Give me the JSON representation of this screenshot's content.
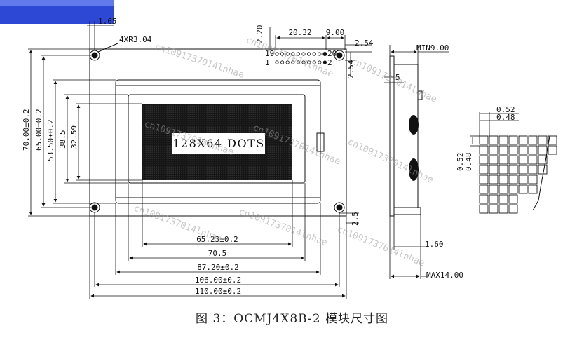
{
  "caption": "图 3：OCMJ4X8B-2 模块尺寸图",
  "colors": {
    "ink": "#111111",
    "header_bar": "#2e48d6",
    "lcd_area": "#151515",
    "watermark": "#9a9a9a"
  },
  "front_view": {
    "display_text": "128X64 DOTS",
    "hole_note": "4XR3.04",
    "dims": {
      "width_total": "110.00±0.2",
      "width_holes": "106.00±0.2",
      "width_bezel": "87.20±0.2",
      "width_viewing": "70.5",
      "width_active": "65.23±0.2",
      "height_total": "70.00±0.2",
      "height_holes": "65.00±0.2",
      "height_bezel": "53.50±0.2",
      "height_viewing": "38.5",
      "height_active": "32.59",
      "hole_inset": "2.5",
      "top_inset": "1.65"
    },
    "connector": {
      "dims": {
        "span": "20.32",
        "offset": "9.00",
        "pitch_h": "2.54",
        "pitch_v": "2.54",
        "top": "2.20"
      },
      "pins": {
        "pin1": "1",
        "pin2": "2",
        "pin19": "19",
        "pin20": "20"
      }
    }
  },
  "side_view": {
    "min_label": "MIN9.00",
    "max_label": "MAX14.00",
    "pcb_label": "1.60",
    "step_label": "5"
  },
  "pixel_detail": {
    "dot_w": "0.52",
    "pitch_w": "0.48",
    "dot_h": "0.52",
    "pitch_h": "0.48"
  },
  "watermarks": [
    "cn1091737014lnhae",
    "cn1091737014lnhae",
    "cn1091737014lnhae",
    "cn1091737014lnhae",
    "cn1091737014lnhae",
    "cn1091737014lnhae",
    "cn1091737014lnhae",
    "cn1091737014lnhae",
    "cn1091737014lnhae"
  ]
}
